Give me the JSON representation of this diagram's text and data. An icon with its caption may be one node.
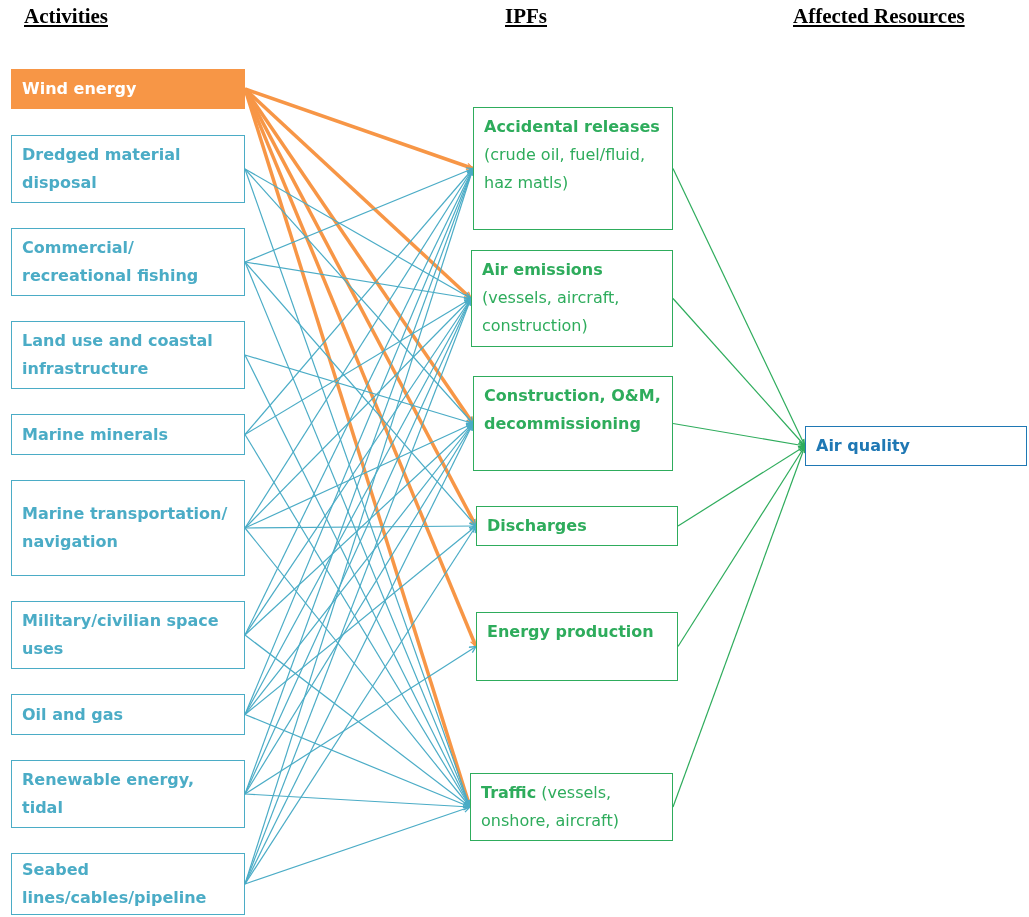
{
  "diagram": {
    "nodes": [
      {
        "text": [
          "Wind energy"
        ]
      },
      {
        "text": [
          "Dredged material disposal"
        ]
      },
      {
        "text": [
          "Commercial/ recreational fishing"
        ]
      },
      {
        "text": [
          "Land use and coastal infrastructure"
        ]
      },
      {
        "text": [
          "Marine minerals"
        ]
      },
      {
        "text": [
          "Marine transportation/ navigation"
        ]
      },
      {
        "text": [
          "Military/civilian space uses"
        ]
      },
      {
        "text": [
          "Oil and gas"
        ]
      },
      {
        "text": [
          "Renewable energy, tidal"
        ]
      },
      {
        "text": [
          "Seabed lines/cables/pipeline"
        ]
      },
      {
        "text": [
          "**Accidental releases** (crude oil, fuel/fluid, haz matls)"
        ]
      },
      {
        "text": [
          "**Air emissions** (vessels, aircraft, construction)"
        ]
      },
      {
        "text": [
          "**Construction, O&M, decommissioning**"
        ]
      },
      {
        "text": [
          "**Discharges**"
        ]
      },
      {
        "text": [
          "**Energy production**"
        ]
      },
      {
        "text": [
          "**Traffic** (vessels, onshore, aircraft)"
        ]
      },
      {
        "text": [
          "Air quality"
        ]
      }
    ],
    "edges": [
      {
        "from": 0,
        "to": 10,
        "arrow": "to",
        "style": "thick",
        "color": "#f79646"
      },
      {
        "from": 0,
        "to": 11,
        "arrow": "to",
        "style": "thick",
        "color": "#f79646"
      },
      {
        "from": 0,
        "to": 12,
        "arrow": "to",
        "style": "thick",
        "color": "#f79646"
      },
      {
        "from": 0,
        "to": 13,
        "arrow": "to",
        "style": "thick",
        "color": "#f79646"
      },
      {
        "from": 0,
        "to": 14,
        "arrow": "to",
        "style": "thick",
        "color": "#f79646"
      },
      {
        "from": 0,
        "to": 15,
        "arrow": "to",
        "style": "thick",
        "color": "#f79646"
      },
      {
        "from": 1,
        "to": 11,
        "arrow": "to"
      },
      {
        "from": 1,
        "to": 12,
        "arrow": "to"
      },
      {
        "from": 1,
        "to": 15,
        "arrow": "to"
      },
      {
        "from": 2,
        "to": 10,
        "arrow": "to"
      },
      {
        "from": 2,
        "to": 11,
        "arrow": "to"
      },
      {
        "from": 2,
        "to": 13,
        "arrow": "to"
      },
      {
        "from": 2,
        "to": 15,
        "arrow": "to"
      },
      {
        "from": 3,
        "to": 12,
        "arrow": "to"
      },
      {
        "from": 3,
        "to": 15,
        "arrow": "to"
      },
      {
        "from": 4,
        "to": 10,
        "arrow": "to"
      },
      {
        "from": 4,
        "to": 11,
        "arrow": "to"
      },
      {
        "from": 4,
        "to": 15,
        "arrow": "to"
      },
      {
        "from": 5,
        "to": 10,
        "arrow": "to"
      },
      {
        "from": 5,
        "to": 11,
        "arrow": "to"
      },
      {
        "from": 5,
        "to": 12,
        "arrow": "to"
      },
      {
        "from": 5,
        "to": 13,
        "arrow": "to"
      },
      {
        "from": 5,
        "to": 15,
        "arrow": "to"
      },
      {
        "from": 6,
        "to": 10,
        "arrow": "to"
      },
      {
        "from": 6,
        "to": 11,
        "arrow": "to"
      },
      {
        "from": 6,
        "to": 12,
        "arrow": "to"
      },
      {
        "from": 6,
        "to": 15,
        "arrow": "to"
      },
      {
        "from": 7,
        "to": 10,
        "arrow": "to"
      },
      {
        "from": 7,
        "to": 11,
        "arrow": "to"
      },
      {
        "from": 7,
        "to": 12,
        "arrow": "to"
      },
      {
        "from": 7,
        "to": 13,
        "arrow": "to"
      },
      {
        "from": 7,
        "to": 15,
        "arrow": "to"
      },
      {
        "from": 8,
        "to": 10,
        "arrow": "to"
      },
      {
        "from": 8,
        "to": 11,
        "arrow": "to"
      },
      {
        "from": 8,
        "to": 12,
        "arrow": "to"
      },
      {
        "from": 8,
        "to": 14,
        "arrow": "to"
      },
      {
        "from": 8,
        "to": 15,
        "arrow": "to"
      },
      {
        "from": 9,
        "to": 10,
        "arrow": "to"
      },
      {
        "from": 9,
        "to": 11,
        "arrow": "to"
      },
      {
        "from": 9,
        "to": 12,
        "arrow": "to"
      },
      {
        "from": 9,
        "to": 13,
        "arrow": "to"
      },
      {
        "from": 9,
        "to": 15,
        "arrow": "to"
      },
      {
        "from": 10,
        "to": 16,
        "arrow": "to",
        "color": "#2eac5c"
      },
      {
        "from": 11,
        "to": 16,
        "arrow": "to",
        "color": "#2eac5c"
      },
      {
        "from": 12,
        "to": 16,
        "arrow": "to",
        "color": "#2eac5c"
      },
      {
        "from": 13,
        "to": 16,
        "arrow": "to",
        "color": "#2eac5c"
      },
      {
        "from": 14,
        "to": 16,
        "arrow": "to",
        "color": "#2eac5c"
      },
      {
        "from": 15,
        "to": 16,
        "arrow": "to",
        "color": "#2eac5c"
      }
    ],
    "labels": [
      "Activities",
      "IPFs",
      "Affected Resources"
    ]
  }
}
